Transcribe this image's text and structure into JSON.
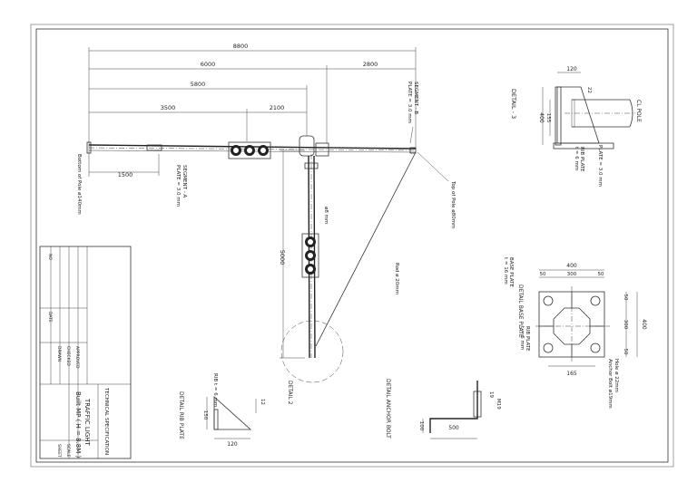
{
  "pole_dimensions": {
    "d8800": "8800",
    "d6000": "6000",
    "d2800": "2800",
    "d5800": "5800",
    "d3500": "3500",
    "d2100": "2100",
    "d1500": "1500",
    "d5000": "5000"
  },
  "pole_labels": {
    "segment_a": "SEGMENT - A",
    "segment_a_plate": "PLATE = 3.0 mm",
    "segment_b": "SEGMENT - B",
    "segment_b_plate": "PLATE = 3.0 mm",
    "bottom_pole": "Bottom of Pole ø140mm",
    "top_pole": "Top of Pole ø80mm",
    "rod": "ø8 mm",
    "guy": "Rod ø 20mm",
    "detail2": "DETAIL 2"
  },
  "detail3": {
    "title": "DETAIL - 3",
    "dim_120": "120",
    "dim_400": "400",
    "dim_155": "155",
    "dim_22": "22",
    "cl": "CL POLE",
    "rib_plate": "RIB PLATE",
    "rib_t": "t = 6 mm",
    "plate": "PLATE = 3.0 mm"
  },
  "base_detail": {
    "base_plate": "BASE PLATE",
    "base_t": "t = 16 mm",
    "title": "DETAIL BASE PLATE",
    "top_400": "400",
    "top_50a": "50",
    "top_300": "300",
    "top_50b": "50",
    "side_50a": "50",
    "side_300": "300",
    "side_50b": "50",
    "side_400": "400",
    "bottom_165": "165",
    "rib_plate": "RIB PLATE",
    "rib_t": "t = 6 mm",
    "hole": "Hole ø 22mm",
    "anchor": "Anchor Bolt ø19mm"
  },
  "rib_detail": {
    "title": "DETAIL RIB PLATE",
    "rib_t": "RIB t = 6 mm",
    "dim_120": "120",
    "dim_150": "150",
    "dim_12": "12"
  },
  "anchor_detail": {
    "title": "DETAIL ANCHOR BOLT",
    "dim_500": "500",
    "dim_100": "100",
    "dim_19": "19",
    "note": "M19"
  },
  "title_block": {
    "spec": "TECHNICAL SPECIFICATION",
    "line1": "TRAFFIC LIGHT",
    "line2": "Built MP ( H = 8.8M )",
    "scale": "SCALE",
    "sheet": "SHEET",
    "drawn": "DRAWN",
    "checked": "CHECKED",
    "approved": "APPROVED",
    "date": "DATE",
    "no": "NO"
  }
}
